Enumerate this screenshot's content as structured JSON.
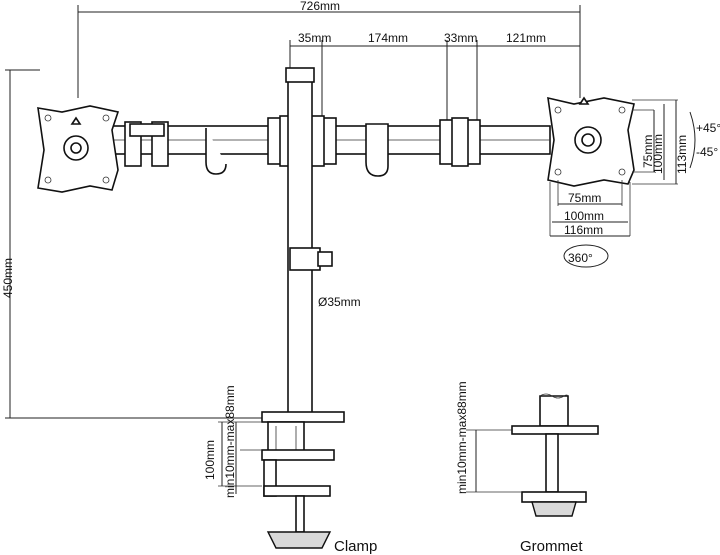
{
  "dimensions": {
    "overall_width": "726mm",
    "seg_35": "35mm",
    "seg_174": "174mm",
    "seg_33": "33mm",
    "seg_121": "121mm",
    "height_450": "450mm",
    "pole_diameter": "Ø35mm",
    "vesa_h_75": "75mm",
    "vesa_h_100": "100mm",
    "plate_h_113": "113mm",
    "vesa_w_75": "75mm",
    "vesa_w_100": "100mm",
    "plate_w_116": "116mm",
    "tilt_plus": "+45°",
    "tilt_minus": "-45°",
    "rotate": "360°",
    "clamp_100": "100mm",
    "clamp_range": "min10mm-max88mm",
    "grommet_range": "min10mm-max88mm"
  },
  "labels": {
    "clamp": "Clamp",
    "grommet": "Grommet"
  }
}
